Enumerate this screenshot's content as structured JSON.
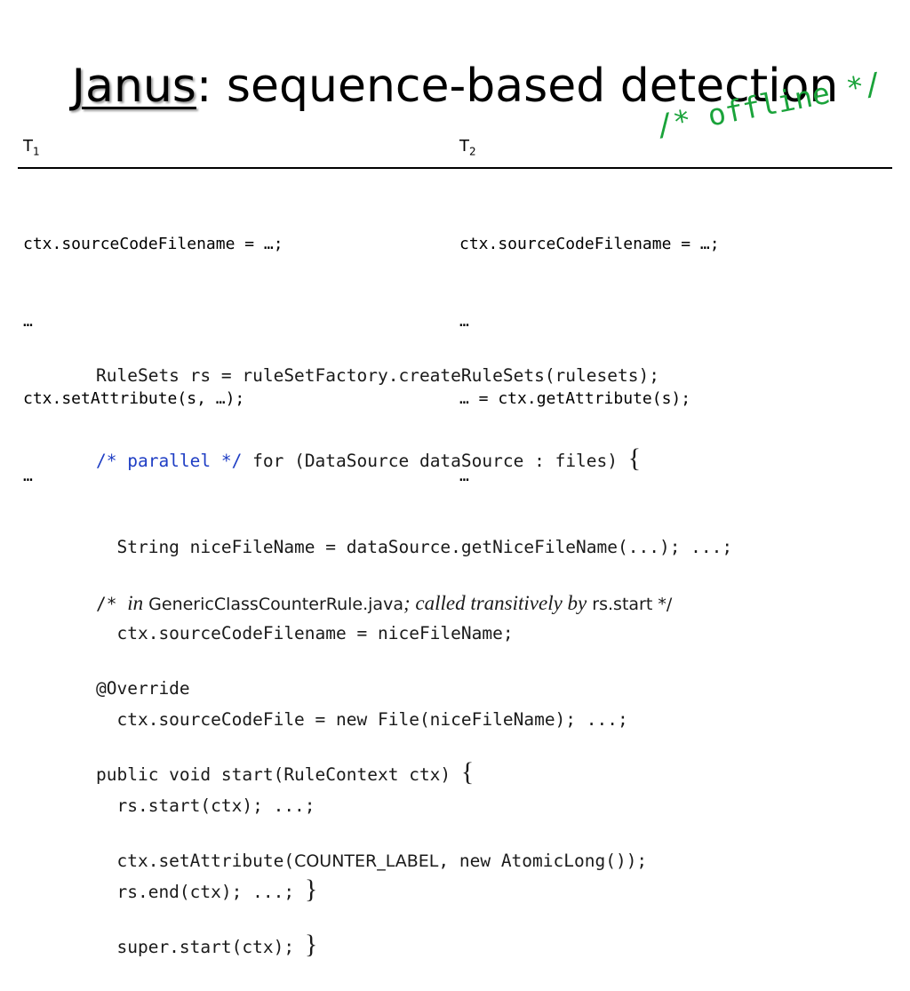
{
  "slide": {
    "title_link": "Janus",
    "title_rest": ": sequence-based detection",
    "annotation": "/* offline */"
  },
  "table": {
    "headers": [
      {
        "name": "T",
        "sub": "1"
      },
      {
        "name": "T",
        "sub": "2"
      }
    ],
    "t1_lines": [
      "ctx.sourceCodeFilename = …;",
      "…",
      "ctx.setAttribute(s, …);",
      "…"
    ],
    "t2_lines": [
      "ctx.sourceCodeFilename = …;",
      "…",
      "… = ctx.getAttribute(s);",
      "…"
    ]
  },
  "code1": {
    "line1": "RuleSets rs = ruleSetFactory.createRuleSets(rulesets);",
    "line2_comment": "/* parallel */",
    "line2_rest": " for (DataSource dataSource : files) ",
    "open_brace": "{",
    "line3": "  String niceFileName = dataSource.getNiceFileName(...); ...;",
    "line4": "  ctx.sourceCodeFilename = niceFileName;",
    "line5": "  ctx.sourceCodeFile = new File(niceFileName); ...;",
    "line6": "  rs.start(ctx); ...;",
    "line7": "  rs.end(ctx); ...; ",
    "close_brace": "}"
  },
  "code2": {
    "c_start": "/* ",
    "c_in": "in",
    "c_file": " GenericClassCounterRule.java",
    "c_called": "; called transitively by",
    "c_rs": " rs.start */",
    "line2": "@Override",
    "line3": "public void start(RuleContext ctx) ",
    "open_brace": "{",
    "line4_a": "  ctx.setAttribute(",
    "line4_label": "COUNTER_LABEL",
    "line4_b": ", new AtomicLong());",
    "line5": "  super.start(ctx); ",
    "close_brace": "}"
  }
}
